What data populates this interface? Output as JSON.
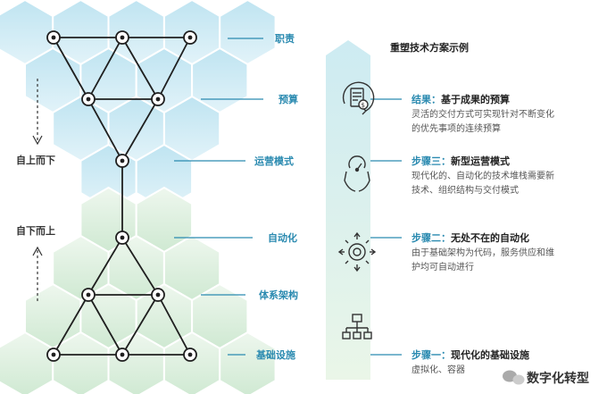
{
  "direction": {
    "top_down": "自上而下",
    "bottom_up": "自下而上"
  },
  "layers": [
    {
      "id": "responsibility",
      "label": "职责"
    },
    {
      "id": "budget",
      "label": "预算"
    },
    {
      "id": "operating-model",
      "label": "运营模式"
    },
    {
      "id": "automation",
      "label": "自动化"
    },
    {
      "id": "architecture",
      "label": "体系架构"
    },
    {
      "id": "infrastructure",
      "label": "基础设施"
    }
  ],
  "panel": {
    "title": "重塑技术方案示例"
  },
  "steps": [
    {
      "icon": "budget-calculator-icon",
      "prefix": "结果：",
      "title": "基于成果的预算",
      "desc": [
        "灵活的交付方式可实现针对不断变化",
        "的优先事项的连续预算"
      ]
    },
    {
      "icon": "hands-gauge-icon",
      "prefix": "步骤三：",
      "title": "新型运营模式",
      "desc": [
        "现代化的、自动化的技术堆栈需要新",
        "技术、组织结构与交付模式"
      ]
    },
    {
      "icon": "automation-gear-icon",
      "prefix": "步骤二：",
      "title": "无处不在的自动化",
      "desc": [
        "由于基础架构为代码，服务供应和维",
        "护均可自动进行"
      ]
    },
    {
      "icon": "hierarchy-icon",
      "prefix": "步骤一：",
      "title": "现代化的基础设施",
      "desc": [
        "虚拟化、容器"
      ]
    }
  ],
  "watermark": "数字化转型",
  "colors": {
    "hex_top": "#d6eef7",
    "hex_top_stroke": "#ffffff",
    "hex_bottom": "#e4f1e4",
    "accent": "#2a8ab0",
    "panel_top": "#d4eef3",
    "panel_bottom": "#eaf6e8"
  }
}
